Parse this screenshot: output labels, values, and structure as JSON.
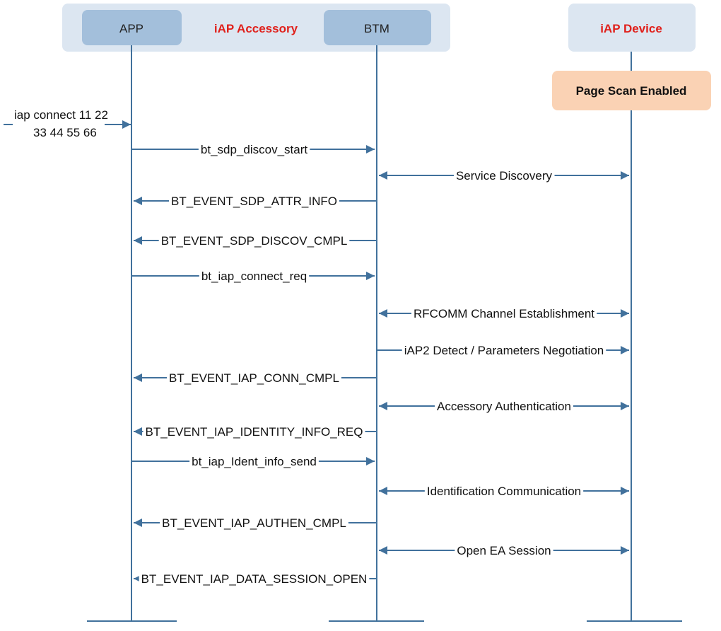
{
  "colors": {
    "group_bg": "#DCE6F1",
    "actor_fill": "#A3BFDB",
    "lifeline": "#41719C",
    "arrow": "#41719C",
    "red_label": "#E0201B",
    "note_fill": "#FAD2B4"
  },
  "groups": {
    "accessory": "iAP Accessory",
    "device": "iAP Device"
  },
  "actors": {
    "app": "APP",
    "btm": "BTM"
  },
  "note": "Page Scan Enabled",
  "command": {
    "line1": "iap connect 11 22",
    "line2": "33 44 55 66"
  },
  "messages": [
    {
      "label": "bt_sdp_discov_start",
      "from": "app",
      "to": "btm"
    },
    {
      "label": "Service Discovery",
      "from": "btm",
      "to": "device",
      "both": true
    },
    {
      "label": "BT_EVENT_SDP_ATTR_INFO",
      "from": "btm",
      "to": "app"
    },
    {
      "label": "BT_EVENT_SDP_DISCOV_CMPL",
      "from": "btm",
      "to": "app"
    },
    {
      "label": "bt_iap_connect_req",
      "from": "app",
      "to": "btm"
    },
    {
      "label": "RFCOMM Channel Establishment",
      "from": "btm",
      "to": "device",
      "both": true
    },
    {
      "label": "iAP2 Detect / Parameters Negotiation",
      "from": "btm",
      "to": "device",
      "both": false
    },
    {
      "label": "BT_EVENT_IAP_CONN_CMPL",
      "from": "btm",
      "to": "app"
    },
    {
      "label": "Accessory Authentication",
      "from": "btm",
      "to": "device",
      "both": true
    },
    {
      "label": "BT_EVENT_IAP_IDENTITY_INFO_REQ",
      "from": "btm",
      "to": "app"
    },
    {
      "label": "bt_iap_Ident_info_send",
      "from": "app",
      "to": "btm"
    },
    {
      "label": "Identification Communication",
      "from": "btm",
      "to": "device",
      "both": true
    },
    {
      "label": "BT_EVENT_IAP_AUTHEN_CMPL",
      "from": "btm",
      "to": "app"
    },
    {
      "label": "Open EA Session",
      "from": "btm",
      "to": "device",
      "both": true
    },
    {
      "label": "BT_EVENT_IAP_DATA_SESSION_OPEN",
      "from": "btm",
      "to": "app"
    }
  ]
}
